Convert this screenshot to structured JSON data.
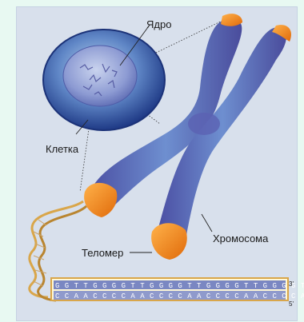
{
  "labels": {
    "nucleus": "Ядро",
    "cell": "Клетка",
    "telomere": "Теломер",
    "chromosome": "Хромосома"
  },
  "dna": {
    "top_strand": "G G T T G G G G T T G G G G T T G G G G T T G G G G T T",
    "bottom_strand": "C C A A C C C C A A C C C C A A C C C C A A C C C C A A",
    "end_top": "3'",
    "end_bottom": "5'"
  },
  "colors": {
    "chromosome": "#5a5fae",
    "chromosome_light": "#76a6d8",
    "telomere_cap": "#f08a1c",
    "cell": "#2f4f9a",
    "dna_ribbon": "#d9a64a",
    "strip_top": "#7a87c2",
    "strip_bottom": "#8f9acc",
    "background": "#e8f9f2"
  }
}
